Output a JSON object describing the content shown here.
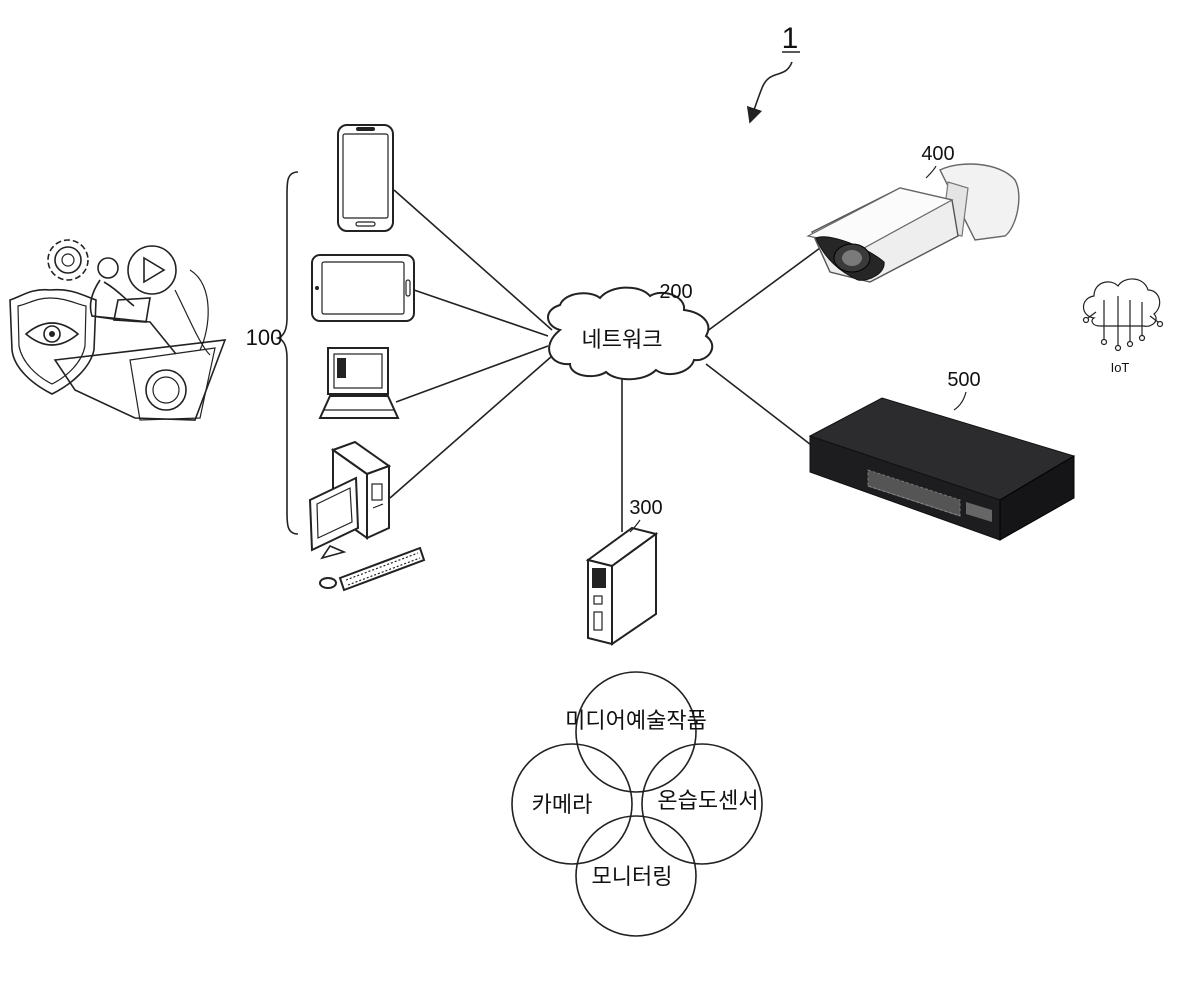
{
  "figure_number": "1",
  "refs": {
    "user_terminals": "100",
    "network": "200",
    "server": "300",
    "camera": "400",
    "switch": "500"
  },
  "network_label": "네트워크",
  "iot_label": "IoT",
  "venn": {
    "top": "미디어예술작품",
    "left": "카메라",
    "right": "온습도센서",
    "bottom": "모니터링"
  },
  "colors": {
    "line": "#222222",
    "switch_body": "#1d1d1f",
    "camera_body": "#eeeeee"
  }
}
